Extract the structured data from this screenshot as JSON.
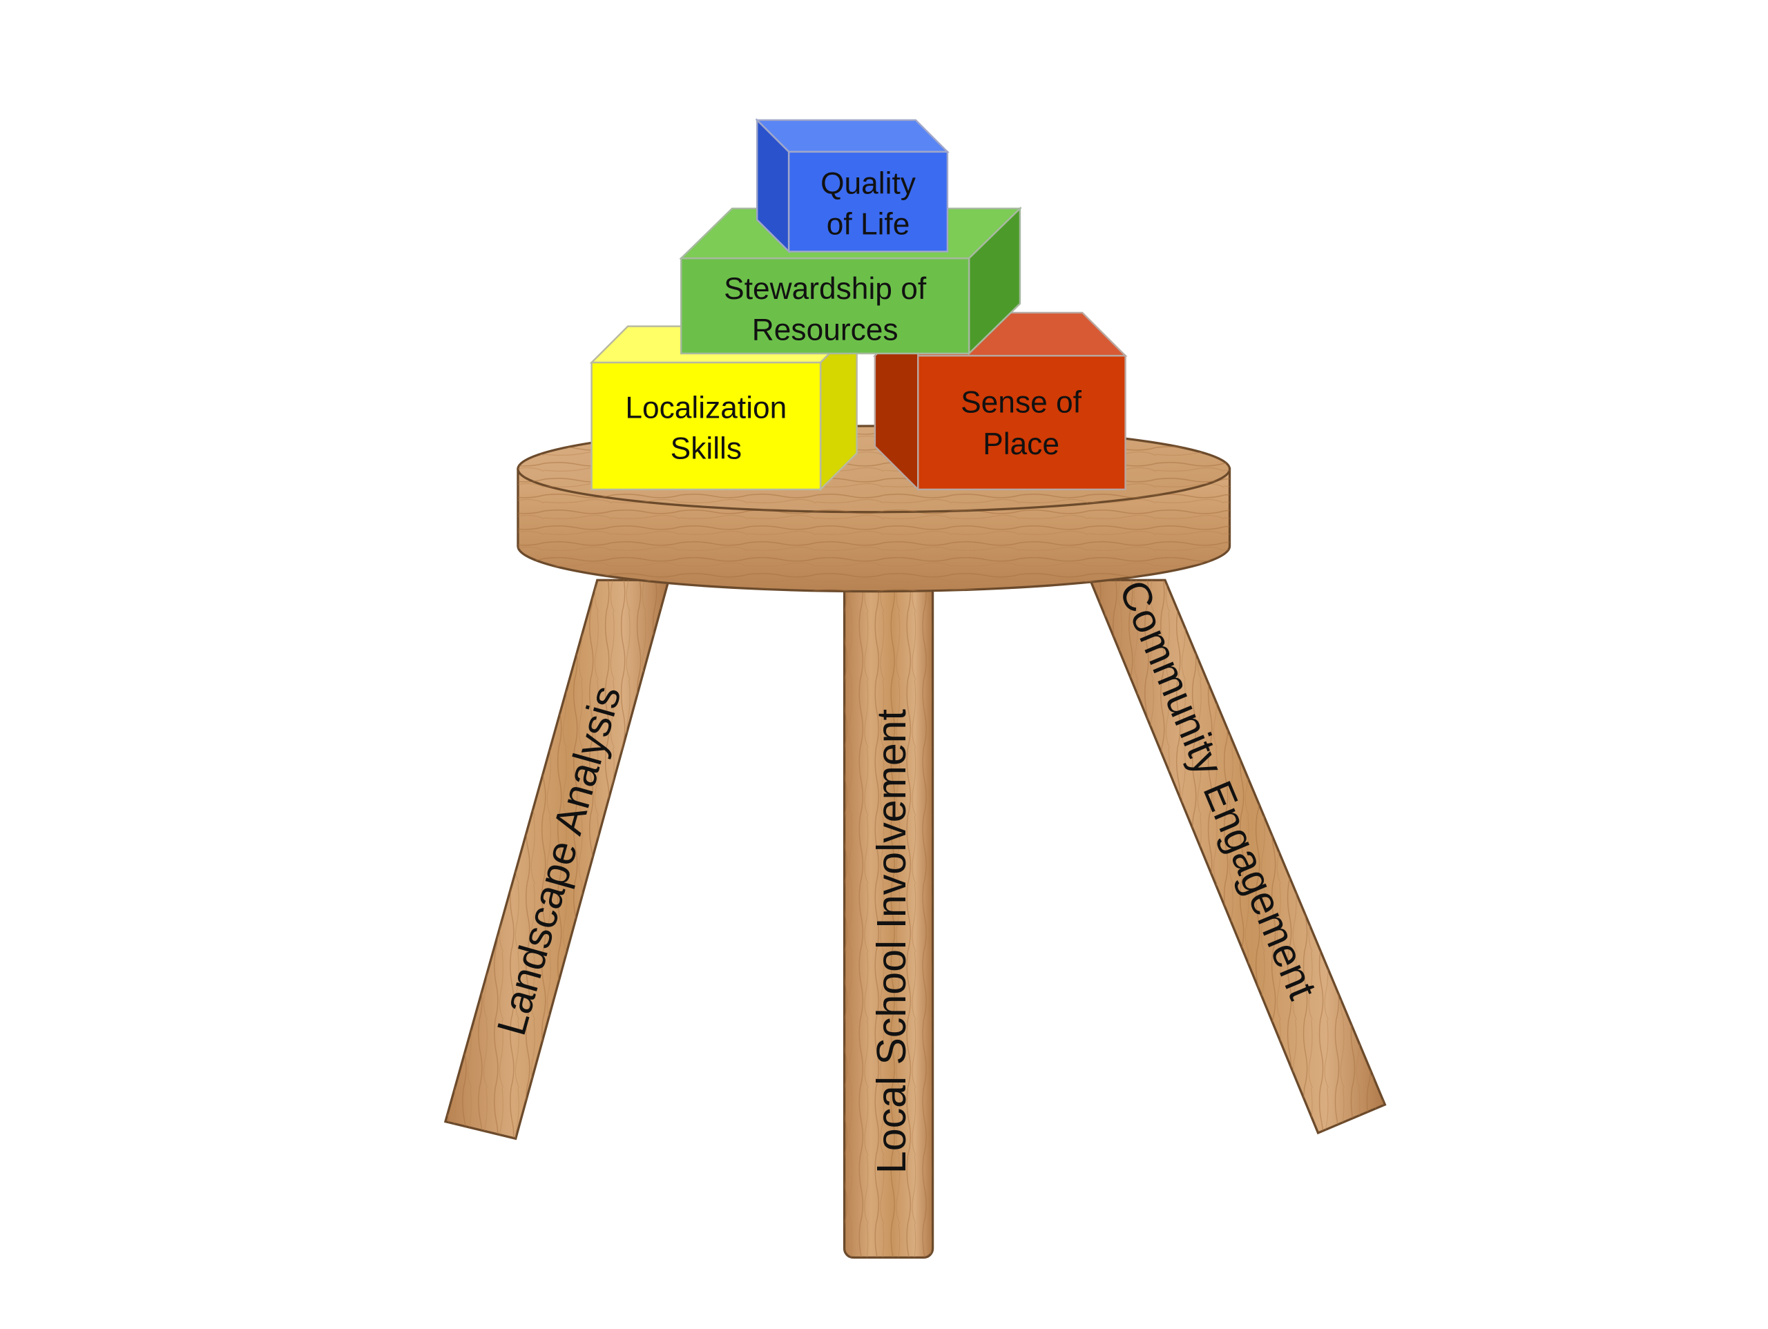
{
  "legs": {
    "left": "Landscape Analysis",
    "center": "Local School Involvement",
    "right": "Community Engagement"
  },
  "blocks": {
    "quality_of_life": {
      "line1": "Quality",
      "line2": "of Life",
      "color": "#3b6bf0"
    },
    "stewardship": {
      "line1": "Stewardship of",
      "line2": "Resources",
      "color": "#6cc04a"
    },
    "localization": {
      "line1": "Localization",
      "line2": "Skills",
      "color": "#ffff00"
    },
    "sense_of_place": {
      "line1": "Sense of",
      "line2": "Place",
      "color": "#d13b05"
    }
  },
  "stool": {
    "wood_color": "#cf9f72"
  }
}
